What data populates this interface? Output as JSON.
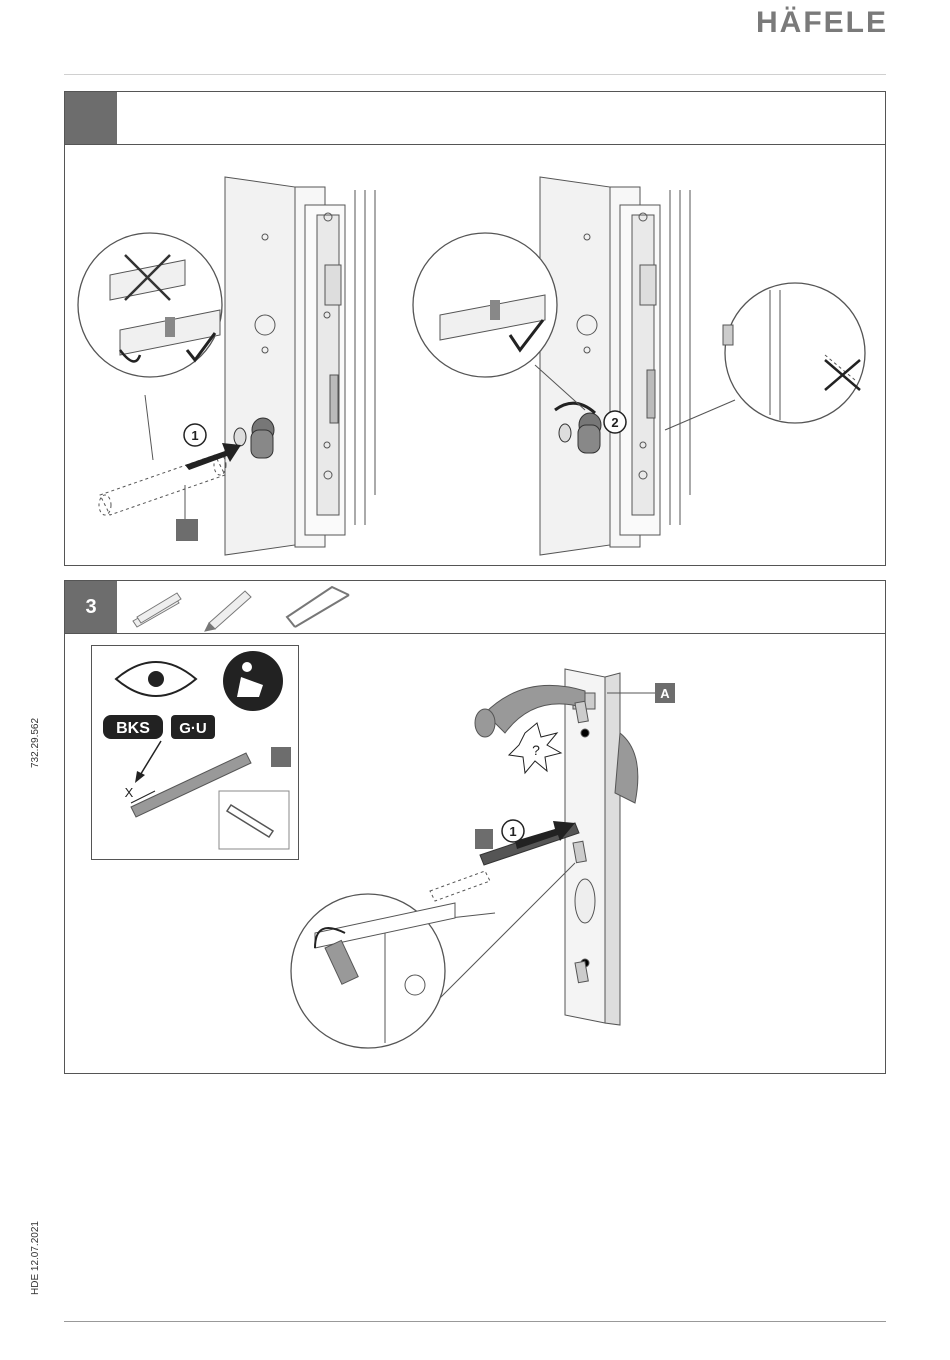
{
  "brand": {
    "logo_text": "HÄFELE",
    "logo_color": "#7a7a7a"
  },
  "side": {
    "article_number": "732.29.562",
    "footer_code": "HDE 12.07.2021"
  },
  "step1": {
    "number": "",
    "callouts": {
      "push_num": "1",
      "turn_num": "2"
    }
  },
  "step3": {
    "number": "3",
    "icons": [
      "ruler-icon",
      "pencil-icon",
      "hacksaw-icon"
    ],
    "badges": {
      "bks": "BKS",
      "gu": "G·U",
      "measure_x": "X",
      "push_num": "1",
      "part_a": "A"
    }
  },
  "colors": {
    "step_box": "#6d6d6d",
    "line": "#555555"
  }
}
